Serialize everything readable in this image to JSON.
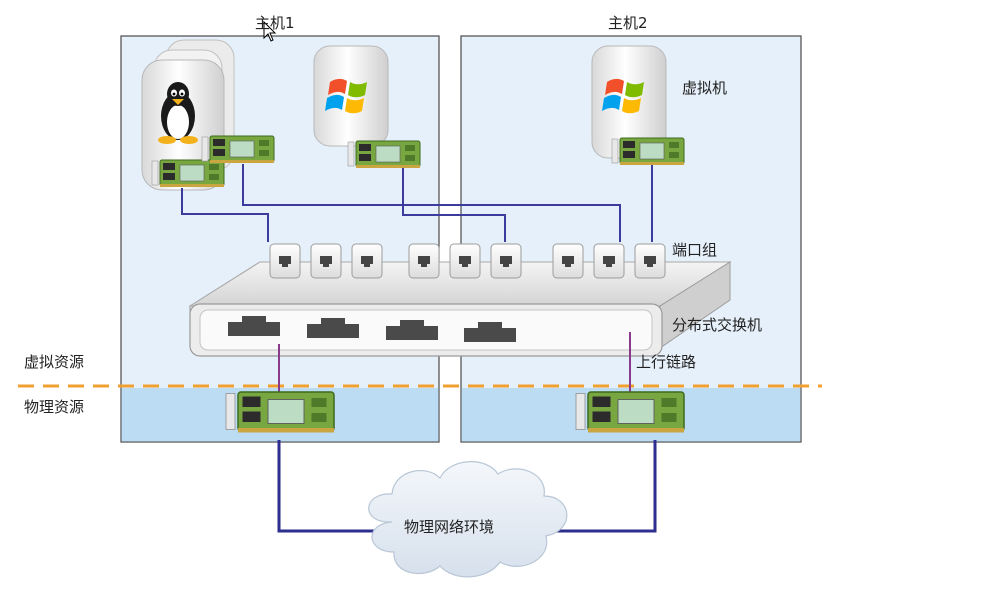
{
  "labels": {
    "host1": "主机1",
    "host2": "主机2",
    "vm": "虚拟机",
    "port_group": "端口组",
    "dvswitch": "分布式交换机",
    "uplink": "上行链路",
    "virtual_resources": "虚拟资源",
    "physical_resources": "物理资源",
    "physical_network": "物理网络环境"
  },
  "colors": {
    "host_bg": "#e6f0fa",
    "host_border": "#4a4a4a",
    "physical_band": "#bcdcf3",
    "divider": "#f0a030",
    "vlink": "#3c3c9c",
    "uplink_line": "#8a3a8a",
    "nic_green": "#78a640",
    "cloud": "#e4ecf6"
  },
  "icons": {
    "cursor": "cursor-arrow-icon",
    "linux_vm": "linux-tux-icon",
    "windows_vm": "windows-logo-icon",
    "nic": "network-card-icon",
    "port": "rj45-port-icon",
    "switch": "switch-icon",
    "cloud": "cloud-icon"
  }
}
